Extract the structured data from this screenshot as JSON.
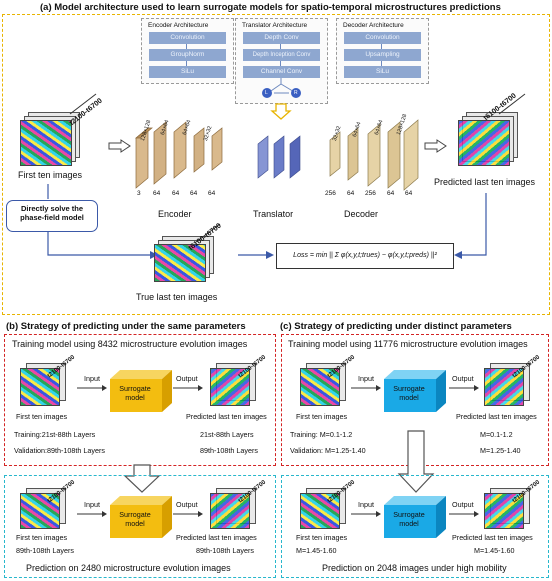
{
  "panel_a": {
    "title": "(a) Model architecture used to learn surrogate models for spatio-temporal microstructures predictions",
    "encoder_arch": {
      "title": "Encoder Architecture",
      "steps": [
        "Convolution",
        "GroupNorm",
        "SiLu"
      ]
    },
    "translator_arch": {
      "title": "Translator Architecture",
      "steps": [
        "Depth Conv",
        "Depth Inception Conv",
        "Channel Conv"
      ],
      "circle_left": "L",
      "circle_right": "R"
    },
    "decoder_arch": {
      "title": "Decoder Architecture",
      "steps": [
        "Convolution",
        "Upsampling",
        "SiLu"
      ]
    },
    "input_time": "t2100-t6700",
    "output_time": "t6100-t6700",
    "true_time": "t6100-t6700",
    "first_ten": "First ten images",
    "predicted_last": "Predicted last ten images",
    "true_last": "True last ten images",
    "solve_box": "Directly solve the phase-field model",
    "encoder_label": "Encoder",
    "translator_label": "Translator",
    "decoder_label": "Decoder",
    "encoder_channels": [
      "3",
      "64",
      "64",
      "64",
      "64"
    ],
    "decoder_channels": [
      "256",
      "64",
      "256",
      "64",
      "64"
    ],
    "encoder_dims": [
      "128×128",
      "64×64",
      "64×64",
      "32×32"
    ],
    "decoder_dims": [
      "32×32",
      "64×64",
      "64×64",
      "128×128"
    ],
    "loss": "Loss = min || Σ φ(x,y,t;trues) − φ(x,y,t;preds) ||²"
  },
  "panel_b": {
    "title": "(b) Strategy of predicting under the same parameters",
    "training_header": "Training model using 8432 microstructure evolution images",
    "time_label": "t2100-t6700",
    "input": "Input",
    "output": "Output",
    "surrogate": "Surrogate model",
    "first_ten": "First ten images",
    "predicted_last": "Predicted last ten images",
    "training_left": "Training:21st-88th Layers",
    "validation_left": "Validation:89th-108th Layers",
    "training_right": "21st-88th Layers",
    "validation_right": "89th-108th Layers",
    "pred_left": "89th-108th Layers",
    "pred_right": "89th-108th Layers",
    "footer": "Prediction on 2480 microstructure evolution images"
  },
  "panel_c": {
    "title": "(c) Strategy of predicting under distinct parameters",
    "training_header": "Training  model using 11776 microstructure evolution images",
    "time_label": "t2100-t6700",
    "input": "Input",
    "output": "Output",
    "surrogate": "Surrogate model",
    "first_ten": "First ten images",
    "predicted_last": "Predicted last ten images",
    "training_left": "Training: M=0.1-1.2",
    "validation_left": "Validation: M=1.25-1.40",
    "training_right": "M=0.1-1.2",
    "validation_right": "M=1.25-1.40",
    "pred_left": "M=1.45-1.60",
    "pred_right": "M=1.45-1.60",
    "footer": "Prediction on 2048 images under high mobility"
  },
  "colors": {
    "yellow_dash": "#e8b400",
    "red_dash": "#d32323",
    "cyan_dash": "#28b7cc",
    "surrogate_yellow": "#f3bd10",
    "surrogate_blue": "#1aa9e6",
    "slab": "#c8a57a",
    "translator": "#5c6fc0"
  }
}
